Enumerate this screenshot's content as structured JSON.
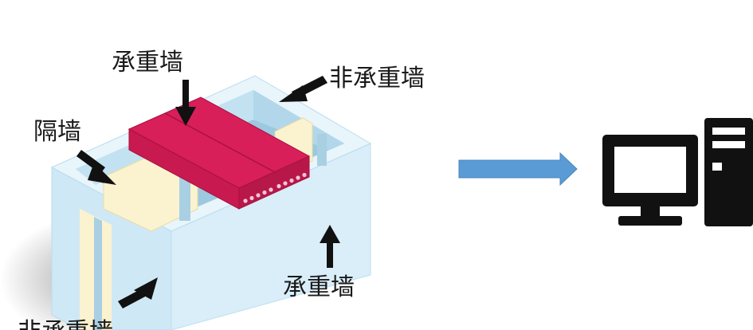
{
  "labels": {
    "top_load_bearing": "承重墙",
    "top_non_load_bearing": "非承重墙",
    "partition": "隔墙",
    "bottom_load_bearing": "承重墙",
    "bottom_non_load_bearing": "非承重墙"
  },
  "icons": {
    "flow_arrow": "right-arrow",
    "computer": "desktop-computer"
  },
  "colors": {
    "wall": "#d9eef8",
    "wall_dark": "#bfe0f0",
    "wall_edge": "#c9e6f5",
    "partition": "#fbf3cf",
    "slab": "#d81f5a",
    "slab_side": "#b8174a",
    "flow_arrow": "#5b9bd5",
    "computer": "#111111"
  }
}
